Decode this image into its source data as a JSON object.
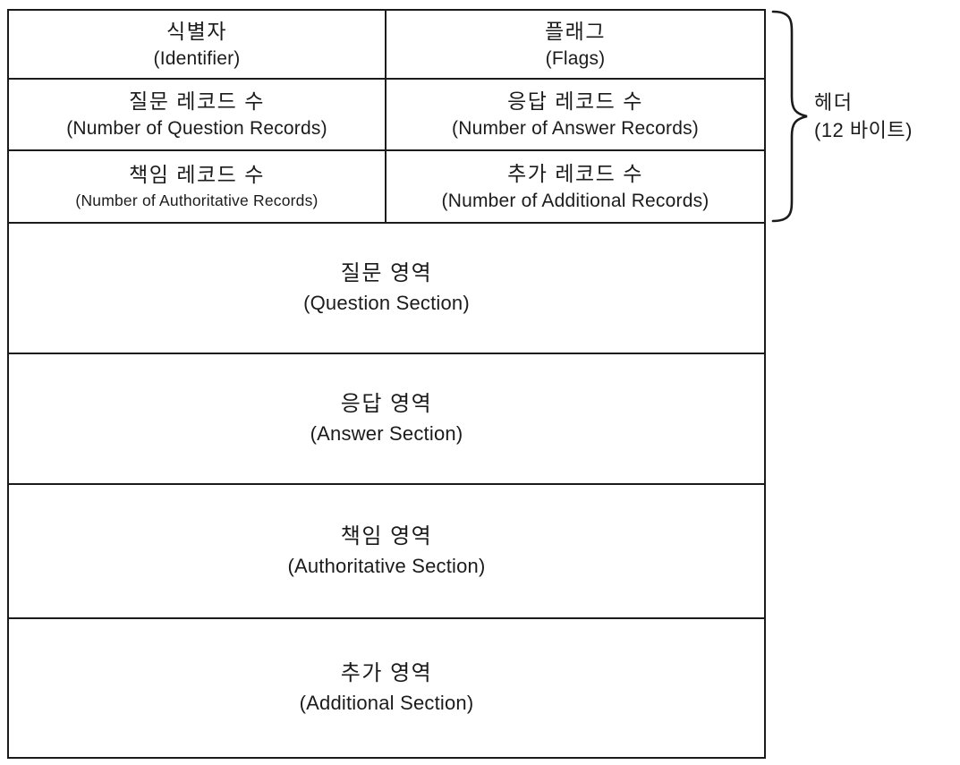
{
  "diagram": {
    "title_semantic": "DNS message format",
    "colors": {
      "ink": "#1b1b1b",
      "background": "#ffffff"
    },
    "header_rows": [
      {
        "cells": [
          {
            "ko": "식별자",
            "en": "(Identifier)"
          },
          {
            "ko": "플래그",
            "en": "(Flags)"
          }
        ]
      },
      {
        "cells": [
          {
            "ko": "질문 레코드 수",
            "en": "(Number of Question Records)"
          },
          {
            "ko": "응답 레코드 수",
            "en": "(Number of Answer Records)"
          }
        ]
      },
      {
        "cells": [
          {
            "ko": "책임 레코드 수",
            "en": "(Number of Authoritative Records)"
          },
          {
            "ko": "추가 레코드 수",
            "en": "(Number of Additional Records)"
          }
        ]
      }
    ],
    "sections": [
      {
        "ko": "질문 영역",
        "en": "(Question Section)"
      },
      {
        "ko": "응답 영역",
        "en": "(Answer Section)"
      },
      {
        "ko": "책임 영역",
        "en": "(Authoritative Section)"
      },
      {
        "ko": "추가 영역",
        "en": "(Additional Section)"
      }
    ],
    "brace_label": {
      "line1": "헤더",
      "line2": "(12 바이트)"
    }
  }
}
